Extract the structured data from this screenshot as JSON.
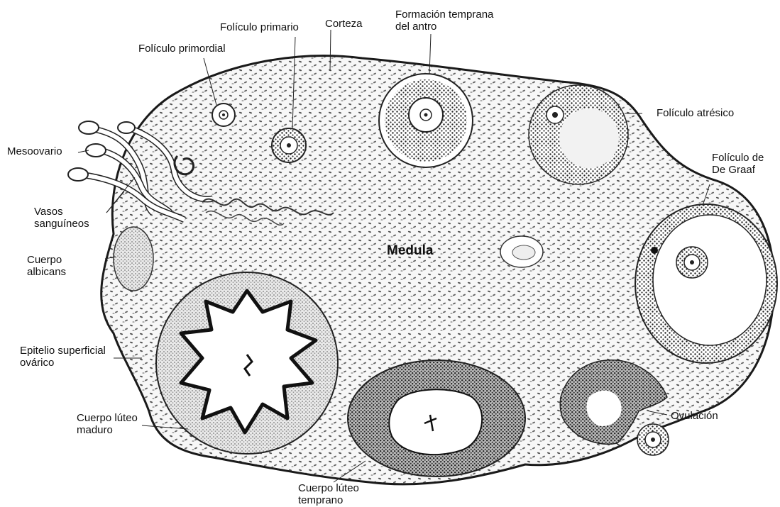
{
  "diagram": {
    "labels": {
      "foliculo_primordial": "Folículo primordial",
      "foliculo_primario": "Folículo primario",
      "corteza": "Corteza",
      "formacion_antro_l1": "Formación temprana",
      "formacion_antro_l2": "del antro",
      "foliculo_atresico": "Folículo atrésico",
      "foliculo_graaf_l1": "Folículo de",
      "foliculo_graaf_l2": "De Graaf",
      "mesoovario": "Mesoovario",
      "vasos_l1": "Vasos",
      "vasos_l2": "sanguíneos",
      "albicans_l1": "Cuerpo",
      "albicans_l2": "albicans",
      "medula": "Medula",
      "epitelio_l1": "Epitelio superficial",
      "epitelio_l2": "ovárico",
      "luteo_maduro_l1": "Cuerpo lúteo",
      "luteo_maduro_l2": "maduro",
      "ovulacion": "Ovulación",
      "luteo_temprano_l1": "Cuerpo lúteo",
      "luteo_temprano_l2": "temprano"
    },
    "colors": {
      "ink": "#1a1a1a",
      "stroma": "#f4f4f4",
      "background": "#ffffff"
    }
  }
}
